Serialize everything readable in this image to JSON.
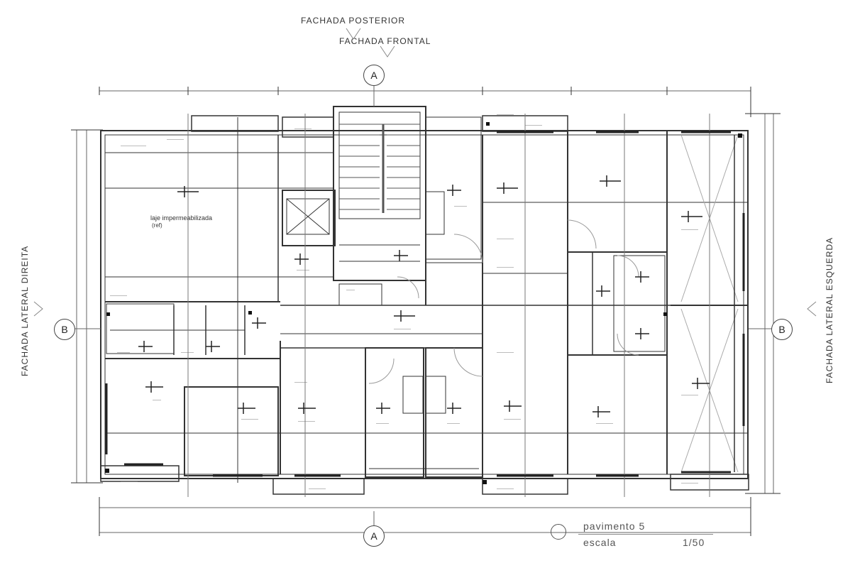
{
  "facades": {
    "rear": "FACHADA POSTERIOR",
    "front": "FACHADA FRONTAL",
    "left_lateral": "FACHADA LATERAL DIREITA",
    "right_lateral": "FACHADA LATERAL ESQUERDA"
  },
  "axes": {
    "a_top": "A",
    "a_bottom": "A",
    "b_left": "B",
    "b_right": "B"
  },
  "rooms": {
    "terrace": "laje impermeabilizada",
    "terrace_sub": "(ref)"
  },
  "title_block": {
    "name": "pavimento 5",
    "scale_label": "escala",
    "scale_value": "1/50"
  }
}
